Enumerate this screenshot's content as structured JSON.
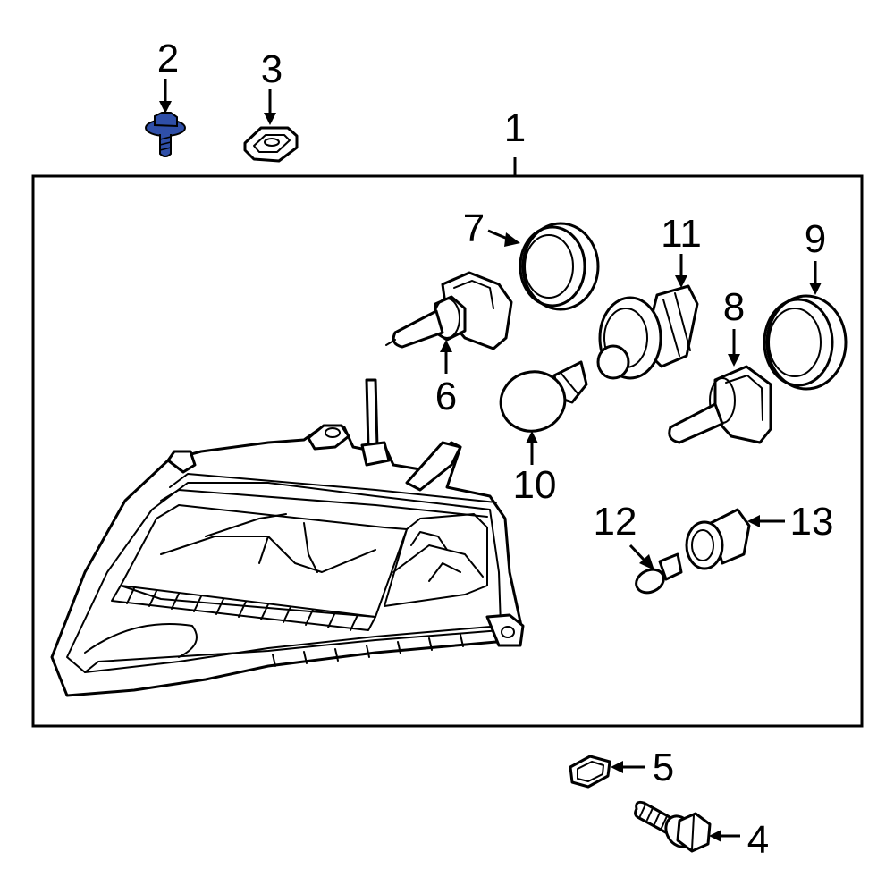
{
  "callouts": [
    {
      "id": "1",
      "text": "1"
    },
    {
      "id": "2",
      "text": "2"
    },
    {
      "id": "3",
      "text": "3"
    },
    {
      "id": "4",
      "text": "4"
    },
    {
      "id": "5",
      "text": "5"
    },
    {
      "id": "6",
      "text": "6"
    },
    {
      "id": "7",
      "text": "7"
    },
    {
      "id": "8",
      "text": "8"
    },
    {
      "id": "9",
      "text": "9"
    },
    {
      "id": "10",
      "text": "10"
    },
    {
      "id": "11",
      "text": "11"
    },
    {
      "id": "12",
      "text": "12"
    },
    {
      "id": "13",
      "text": "13"
    }
  ],
  "colors": {
    "highlight": "#2f4fa8",
    "line": "#000000",
    "background": "#ffffff"
  }
}
